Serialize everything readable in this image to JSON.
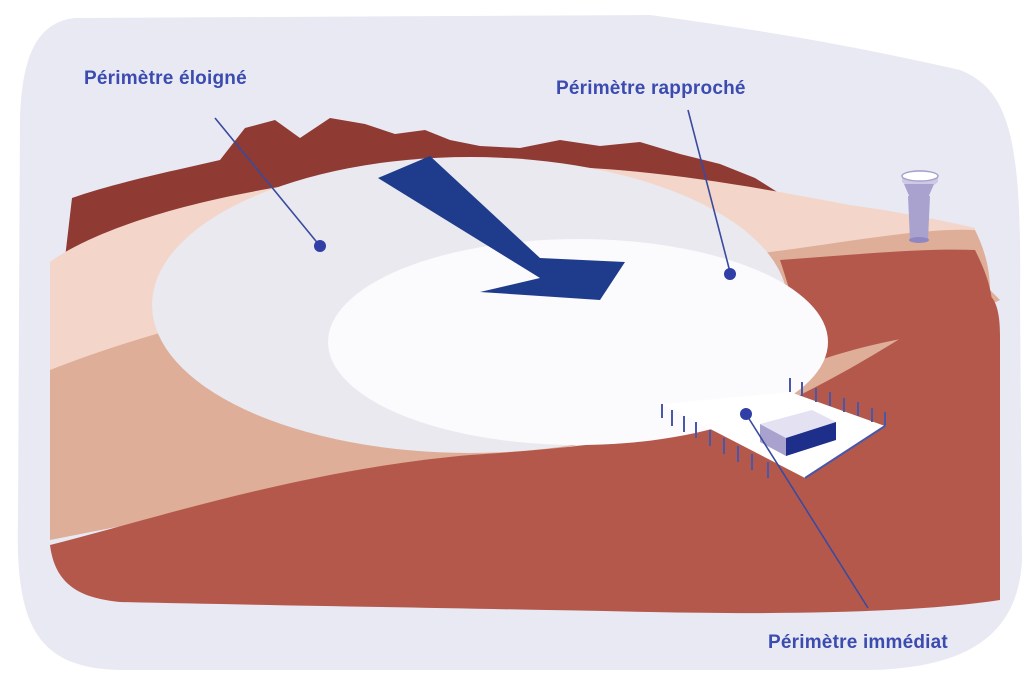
{
  "labels": {
    "far": "Périmètre éloigné",
    "close": "Périmètre rapproché",
    "immediate": "Périmètre immédiat"
  },
  "colors": {
    "label_text": "#3b4bb0",
    "leader_line": "#3a4a9e",
    "dot": "#2f3fa6",
    "flow_arrow": "#1f3c8c",
    "background_blob": "#e8e9f3",
    "dark_red_layer": "#8f3a33",
    "medium_red_layer": "#b5584c",
    "light_pink_layer": "#f3d6c9",
    "salmon_layer": "#deae98",
    "zone_far": "#e9e9ef",
    "zone_close": "#fbfbfd",
    "water_tower": "#a9a2cf"
  },
  "icons": {
    "water_tower": "water-tower-icon",
    "pumping_station": "pumping-station-icon",
    "flow_arrow": "flow-arrow-icon"
  }
}
